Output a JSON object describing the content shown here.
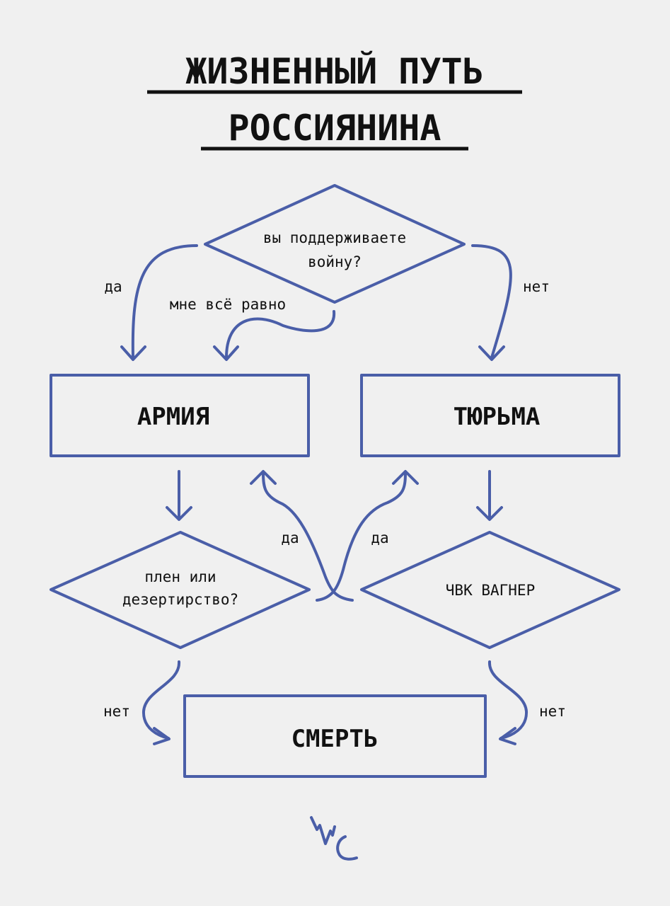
{
  "title": {
    "line1": "ЖИЗНЕННЫЙ ПУТЬ",
    "line2": "РОССИЯНИНА"
  },
  "nodes": {
    "question": {
      "line1": "вы поддерживаете",
      "line2": "войну?"
    },
    "army": "АРМИЯ",
    "prison": "ТЮРЬМА",
    "captivity": {
      "line1": "плен или",
      "line2": "дезертирство?"
    },
    "wagner": "ЧВК ВАГНЕР",
    "death": "СМЕРТЬ"
  },
  "edges": {
    "q_yes": "да",
    "q_dontcare": "мне всё равно",
    "q_no": "нет",
    "captivity_yes": "да",
    "wagner_yes": "да",
    "captivity_no": "нет",
    "wagner_no": "нет"
  },
  "colors": {
    "accent": "#4a5ea8",
    "background": "#f0f0f0"
  }
}
